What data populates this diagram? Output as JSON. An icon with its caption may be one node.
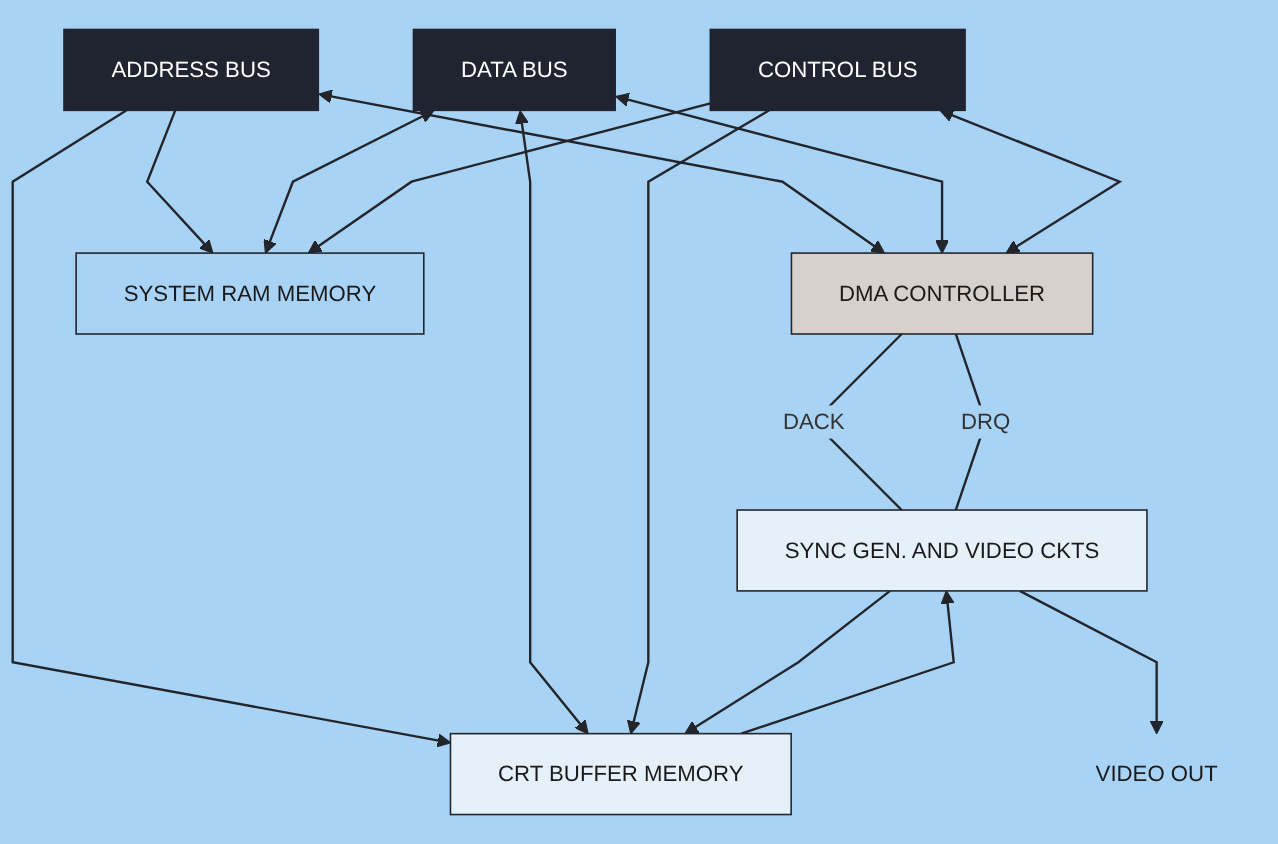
{
  "diagram": {
    "nodes": [
      {
        "text": [
          "ADDRESS BUS"
        ]
      },
      {
        "text": [
          "CONTROL BUS"
        ]
      },
      {
        "text": [
          "DATA BUS"
        ]
      },
      {
        "text": [
          "DMA CONTROLLER"
        ]
      },
      {
        "text": [
          "CRT BUFFER MEMORY"
        ]
      },
      {
        "text": [
          "SYSTEM RAM MEMORY"
        ]
      },
      {
        "text": [
          "SYNC GEN. AND VIDEO CKTS"
        ]
      },
      {
        "text": [
          "VIDEO OUT"
        ]
      }
    ],
    "edges": [
      {
        "from": 0,
        "to": 3,
        "arrow": "both"
      },
      {
        "from": 2,
        "to": 3,
        "arrow": "both"
      },
      {
        "from": 1,
        "to": 3,
        "arrow": "both"
      },
      {
        "from": 0,
        "to": 4,
        "arrow": "to"
      },
      {
        "from": 2,
        "to": 4,
        "arrow": "both"
      },
      {
        "from": 1,
        "to": 4,
        "arrow": "to"
      },
      {
        "from": 0,
        "to": 5,
        "arrow": "to"
      },
      {
        "from": 2,
        "to": 5,
        "arrow": "both"
      },
      {
        "from": 1,
        "to": 5,
        "arrow": "to"
      },
      {
        "from": 3,
        "to": 6,
        "arrow": "none",
        "label": "DACK"
      },
      {
        "from": 3,
        "to": 6,
        "arrow": "none",
        "label": "DRQ"
      },
      {
        "from": 4,
        "to": 6,
        "arrow": "to"
      },
      {
        "from": 6,
        "to": 4,
        "arrow": "to"
      },
      {
        "from": 6,
        "to": 7,
        "arrow": "to"
      }
    ]
  }
}
